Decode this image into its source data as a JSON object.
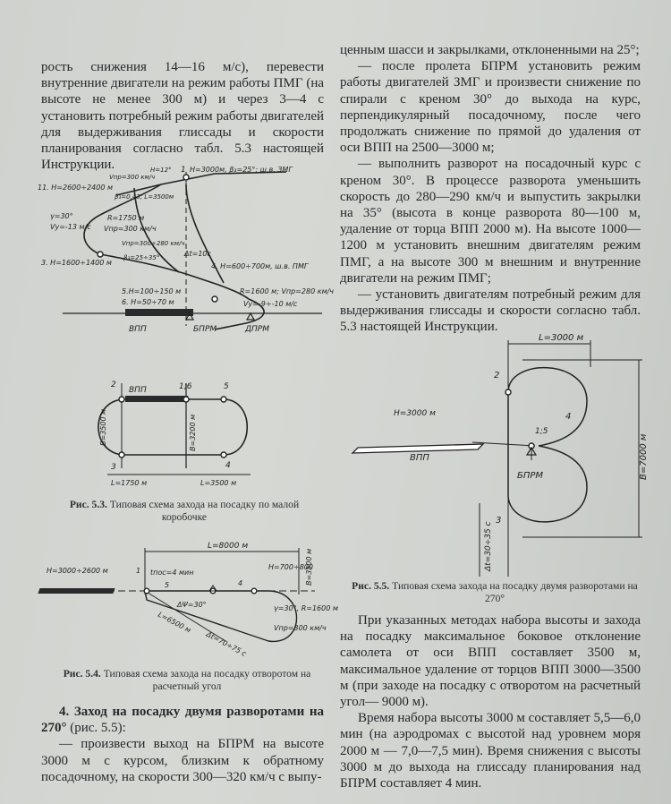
{
  "left_column": {
    "paragraph": "рость снижения 14—16 м/с), перевести внутренние двигатели на режим работы ПМГ (на высоте не менее 300 м) и через 3—4 с установить потребный режим работы двигателей для выдерживания глиссады и скорости планирования согласно табл. 5.3 настоящей Инструкции."
  },
  "right_column": {
    "p1": "ценным шасси и закрылками, отклоненными на 25°;",
    "p2": "— после пролета БПРМ установить режим работы двигателей ЗМГ и произвести снижение по спирали с креном 30° до выхода на курс, перпендикулярный посадочному, после чего продолжать снижение по прямой до удаления от оси ВПП на 2500—3000 м;",
    "p3": "— выполнить разворот на посадочный курс с креном 30°. В процессе разворота уменьшить скорость до 280—290 км/ч и выпустить закрылки на 35° (высота в конце разворота 80—100 м, удаление от торца ВПП 2000 м). На высоте 1000—1200 м установить внешним двигателям режим ПМГ, а на высоте 300 м внешним и внутренние двигатели на режим ПМГ;",
    "p4": "— установить двигателям потребный режим для выдерживания глиссады и скорости согласно табл. 5.3 настоящей Инструкции.",
    "p5": "При указанных методах набора высоты и захода на посадку максимальное боковое отклонение самолета от оси ВПП составляет 3500 м, максимальное удаление от торцов ВПП 3000—3500 м (при заходе на посадку с отворотом на расчетный угол— 9000 м).",
    "p6": "Время набора высоты 3000 м составляет 5,5—6,0 мин (на аэродромах с высотой над уровнем моря 2000 м — 7,0—7,5 мин). Время снижения с высоты 3000 м до выхода на глиссаду планирования над БПРМ составляет 4 мин."
  },
  "section4": {
    "heading": "4. Заход на посадку двумя разворотами на 270°",
    "ref": " (рис. 5.5):",
    "text": "— произвести выход на БПРМ на высоте 3000 м с курсом, близким к обратному посадочному, на скорости 300—320 км/ч с выпу-"
  },
  "captions": {
    "fig53_num": "Рис. 5.3.",
    "fig53_text": " Типовая схема захода на посадку по малой коробочке",
    "fig54_num": "Рис. 5.4.",
    "fig54_text": " Типовая схема захода на посадку отворотом на расчетный угол",
    "fig55_num": "Рис. 5.5.",
    "fig55_text": " Типовая схема захода на посадку двумя разворотами на 270°"
  },
  "fig53": {
    "l1": "1",
    "p1": "H=3000м, β₃=25°; ш.в. ЗМГ",
    "l11": "11. H=2600÷2400 м",
    "v300": "Vпр=300 км/ч",
    "h12": "Н=12°",
    "ang": "β₃=0,43; L=3500м",
    "vy13": "Vу=-13 м/с",
    "y30": "γ=30°",
    "r1750": "R=1750 м",
    "v300b": "Vпр=300 км/ч",
    "l3": "3. H=1600÷1400 м",
    "v280": "Vпр=300÷280 км/ч",
    "dt10": "Δt=10с",
    "b25": "β₃=25÷35°",
    "h4": "4. H=600÷700м, ш.в. ПМГ",
    "h5": "5.Н=100÷150 м",
    "h6": "6. Н=50÷70 м",
    "r1600": "R=1600 м; Vпр=280 км/ч",
    "vy9": "Vу=-9÷-10 м/с",
    "vpp": "ВПП",
    "bprm": "БПРМ",
    "dprm": "ДПРМ",
    "n2": "2",
    "vpp2": "ВПП",
    "n16": "1;6",
    "n5": "5",
    "b3500": "B=3500 м",
    "b3200": "B=3200 м",
    "n3": "3",
    "n4": "4",
    "l1750": "L=1750 м",
    "l3500": "L=3500 м"
  },
  "fig54": {
    "l8000": "L=8000 м",
    "h3000": "Н=3000÷2600 м",
    "n1": "1",
    "tpos": "tпос=4 мин",
    "n5": "5",
    "h700": "Н=700÷800",
    "n4": "4",
    "b3500": "B=3500 м",
    "dpsi": "ΔΨ=30°",
    "g30": "γ=30°, R=1600 м",
    "v300": "Vпр=300 км/ч",
    "l6500": "L=6500 м",
    "dt": "Δt=70÷75 с"
  },
  "fig55": {
    "l3000": "L=3000 м",
    "n2": "2",
    "h3000": "Н=3000 м",
    "n4": "4",
    "n15": "1;5",
    "vpp": "ВПП",
    "bprm": "БПРМ",
    "b7000": "B=7000 м",
    "n3": "3",
    "dt": "Δt=30÷35 с"
  }
}
